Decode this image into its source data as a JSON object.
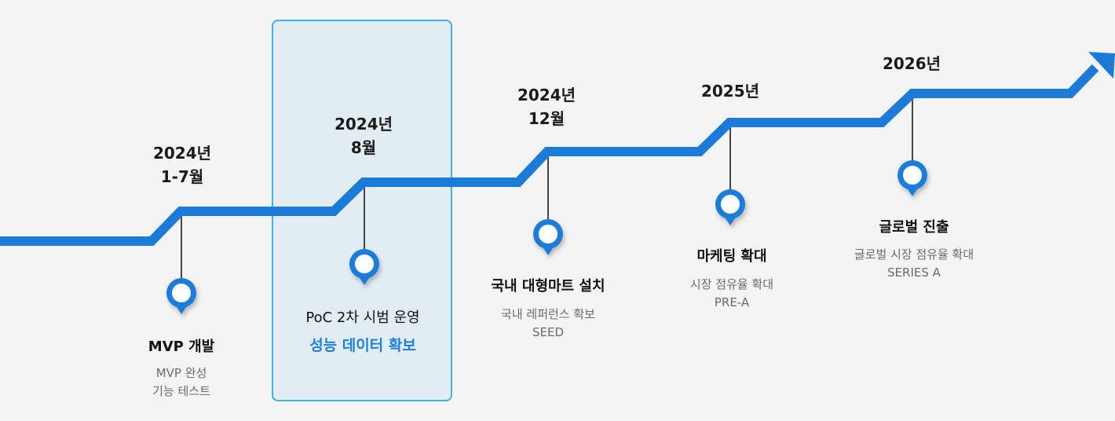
{
  "colors": {
    "background": "#f4f4f5",
    "line": "#1a7bd9",
    "connector": "#1a1a1a",
    "pin": "#1a7bd9",
    "highlight_fill": "#e2edf3",
    "highlight_border": "#3db3ea",
    "accent_text": "#1d7fe0"
  },
  "icons": {
    "pin": "map-pin-icon",
    "arrow": "arrow-head-icon"
  },
  "milestones": [
    {
      "id": "mvp",
      "year": "2024년",
      "period": "1-7월",
      "title": "MVP 개발",
      "details": [
        "MVP 완성",
        "기능 테스트"
      ]
    },
    {
      "id": "poc",
      "year": "2024년",
      "period": "8월",
      "title": "PoC 2차 시범 운영",
      "highlight": "성능 데이터 확보",
      "highlighted": true
    },
    {
      "id": "mart",
      "year": "2024년",
      "period": "12월",
      "title": "국내 대형마트 설치",
      "details": [
        "국내 레퍼런스 확보",
        "SEED"
      ]
    },
    {
      "id": "marketing",
      "year": "2025년",
      "title": "마케팅 확대",
      "details": [
        "시장 점유율 확대",
        "PRE-A"
      ]
    },
    {
      "id": "global",
      "year": "2026년",
      "title": "글로벌 진출",
      "details": [
        "글로벌 시장 점유율 확대",
        "SERIES A"
      ]
    }
  ]
}
